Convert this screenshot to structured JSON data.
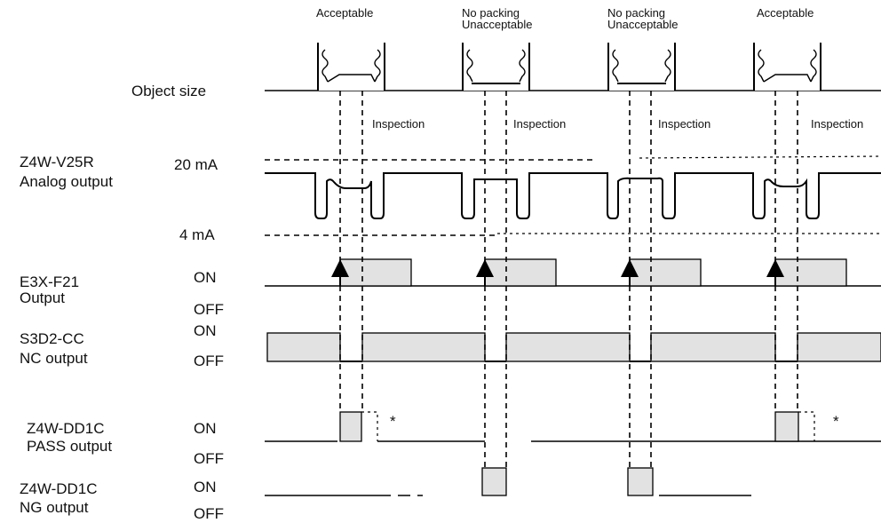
{
  "objects": [
    {
      "status": "Acceptable"
    },
    {
      "status": "No packing\nUnacceptable"
    },
    {
      "status": "No packing\nUnacceptable"
    },
    {
      "status": "Acceptable"
    }
  ],
  "inspection_label": "Inspection",
  "rows": {
    "object_size": {
      "label": "Object size"
    },
    "analog": {
      "device": "Z4W-V25R",
      "signal": "Analog output",
      "high": "20 mA",
      "low": "4 mA"
    },
    "e3x": {
      "device": "E3X-F21",
      "signal": "Output",
      "on": "ON",
      "off": "OFF"
    },
    "s3d2": {
      "device": "S3D2-CC",
      "signal": "NC output",
      "on": "ON",
      "off": "OFF"
    },
    "pass": {
      "device": "Z4W-DD1C",
      "signal": "PASS output",
      "on": "ON",
      "off": "OFF"
    },
    "ng": {
      "device": "Z4W-DD1C",
      "signal": "NG output",
      "on": "ON",
      "off": "OFF"
    }
  },
  "footnote_mark": "*"
}
